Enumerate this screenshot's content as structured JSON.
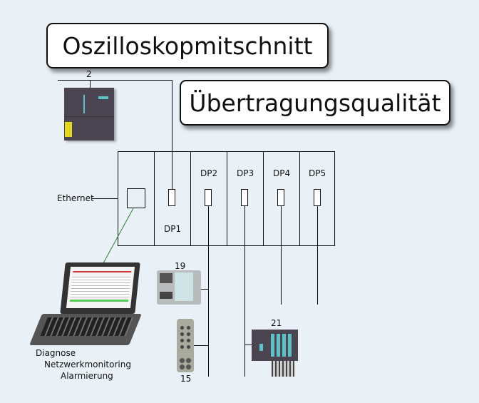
{
  "callouts": {
    "scope": "Oszilloskopmitschnitt",
    "quality": "Übertragungsqualität"
  },
  "labels": {
    "plc": "2",
    "ethernet": "Ethernet",
    "dp1": "DP1",
    "dp2": "DP2",
    "dp3": "DP3",
    "dp4": "DP4",
    "dp5": "DP5",
    "dev19": "19",
    "dev15": "15",
    "dev21": "21"
  },
  "laptop_caption": [
    "Diagnose",
    "Netzwerkmonitoring",
    "Alarmierung"
  ],
  "colors": {
    "background": "#e9f1f7",
    "link_green": "#2e7d32",
    "device_dark": "#4a4550",
    "siemens_teal": "#5fc0c8"
  }
}
